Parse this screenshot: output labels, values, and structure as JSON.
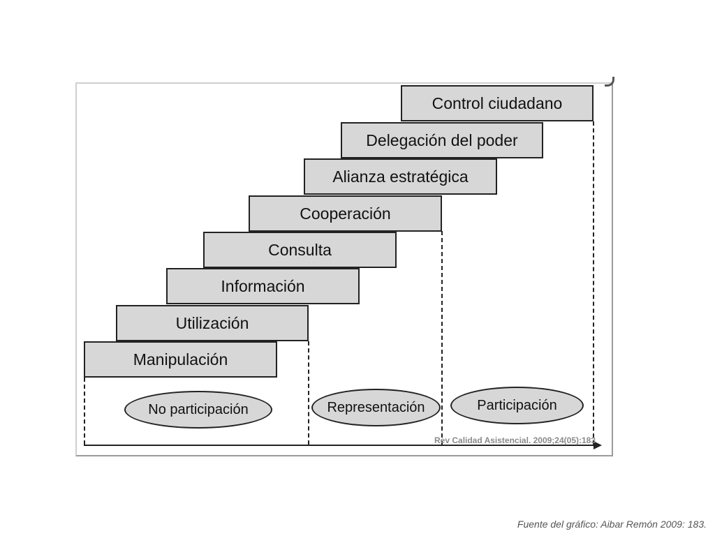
{
  "diagram": {
    "steps": [
      {
        "label": "Manipulación"
      },
      {
        "label": "Utilización"
      },
      {
        "label": "Información"
      },
      {
        "label": "Consulta"
      },
      {
        "label": "Cooperación"
      },
      {
        "label": "Alianza estratégica"
      },
      {
        "label": "Delegación del poder"
      },
      {
        "label": "Control ciudadano"
      }
    ],
    "groups": [
      {
        "label": "No participación"
      },
      {
        "label": "Representación"
      },
      {
        "label": "Participación"
      }
    ],
    "citation": "Rev Calidad Asistencial. 2009;24(05):183",
    "fill_color": "#d7d7d7",
    "line_color": "#222222"
  },
  "source_note": "Fuente del gráfico: Aibar Remón 2009: 183."
}
